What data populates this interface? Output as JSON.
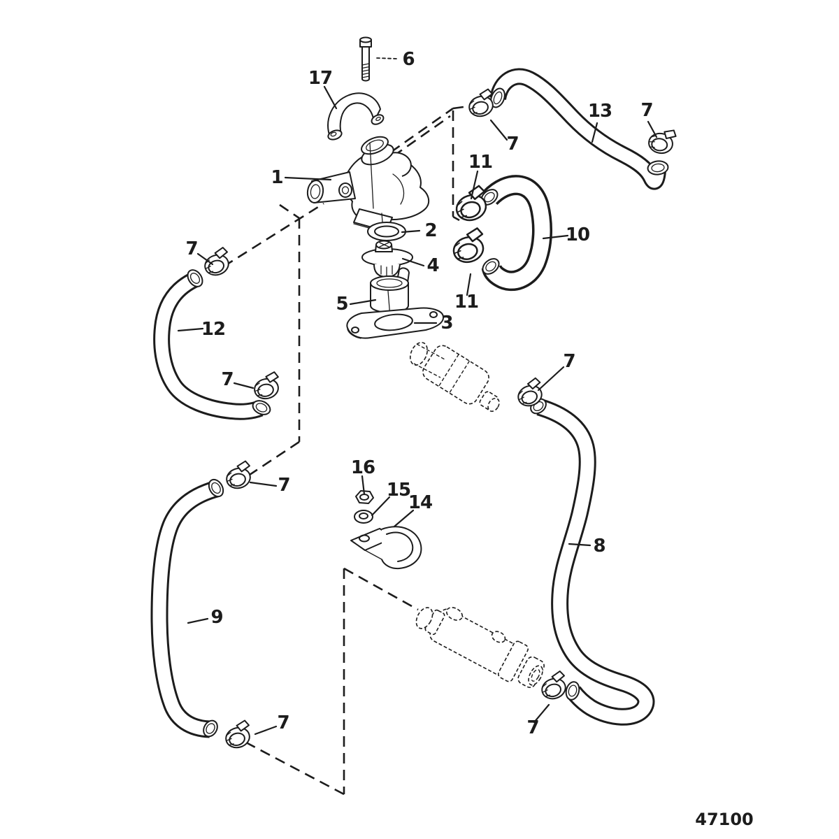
{
  "figure": {
    "number": "47100"
  },
  "colors": {
    "paper": "#ffffff",
    "ink": "#1c1c1c"
  },
  "callouts": [
    {
      "label": "6"
    },
    {
      "label": "17"
    },
    {
      "label": "1"
    },
    {
      "label": "7"
    },
    {
      "label": "13"
    },
    {
      "label": "7"
    },
    {
      "label": "11"
    },
    {
      "label": "10"
    },
    {
      "label": "11"
    },
    {
      "label": "2"
    },
    {
      "label": "4"
    },
    {
      "label": "5"
    },
    {
      "label": "3"
    },
    {
      "label": "7"
    },
    {
      "label": "12"
    },
    {
      "label": "7"
    },
    {
      "label": "7"
    },
    {
      "label": "7"
    },
    {
      "label": "16"
    },
    {
      "label": "15"
    },
    {
      "label": "14"
    },
    {
      "label": "8"
    },
    {
      "label": "9"
    },
    {
      "label": "7"
    },
    {
      "label": "7"
    }
  ]
}
